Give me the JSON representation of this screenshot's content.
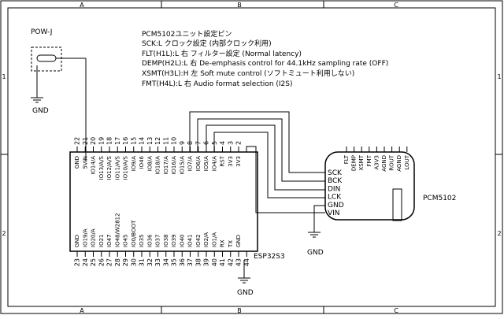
{
  "frame": {
    "cols": [
      "A",
      "B",
      "C"
    ],
    "rows": [
      "1",
      "2"
    ]
  },
  "notes": [
    "PCM5102ユニット設定ピン",
    "SCK:L クロック設定  (内部クロック利用)",
    "FLT(H1L):L 右  フィルター設定  (Normal latency)",
    "DEMP(H2L):L 右  De-emphasis control for 44.1kHz sampling rate  (OFF)",
    "XSMT(H3L):H 左   Soft mute control  (ソフトミュート利用しない)",
    "FMT(H4L):L 右  Audio format selection (I2S)"
  ],
  "powj": {
    "label": "POW-J"
  },
  "gnd_labels": {
    "powj": "GND",
    "pcm": "GND",
    "esp": "GND"
  },
  "esp": {
    "name": "ESP32S3",
    "top_pins": [
      {
        "num": "22",
        "label": "GND"
      },
      {
        "num": "21",
        "label": "5VIN"
      },
      {
        "num": "20",
        "label": "IO14/A"
      },
      {
        "num": "19",
        "label": "IO13/A/S"
      },
      {
        "num": "18",
        "label": "IO12/A/S"
      },
      {
        "num": "17",
        "label": "IO11/A/S"
      },
      {
        "num": "16",
        "label": "IO10/A/S"
      },
      {
        "num": "15",
        "label": "IO9/A"
      },
      {
        "num": "14",
        "label": "IO46"
      },
      {
        "num": "13",
        "label": "IO8/A"
      },
      {
        "num": "12",
        "label": "IO18/A"
      },
      {
        "num": "11",
        "label": "IO17/A"
      },
      {
        "num": "10",
        "label": "IO16/A"
      },
      {
        "num": "9",
        "label": "IO15/A"
      },
      {
        "num": "8",
        "label": "IO7/A"
      },
      {
        "num": "7",
        "label": "IO6/A"
      },
      {
        "num": "6",
        "label": "IO5/A"
      },
      {
        "num": "5",
        "label": "IO4/A"
      },
      {
        "num": "4",
        "label": "RST"
      },
      {
        "num": "3",
        "label": "3V3"
      },
      {
        "num": "2",
        "label": "3V3"
      }
    ],
    "bottom_pins": [
      {
        "num": "23",
        "label": "GND"
      },
      {
        "num": "24",
        "label": "IO19/A"
      },
      {
        "num": "25",
        "label": "IO20/A"
      },
      {
        "num": "26",
        "label": "IO21"
      },
      {
        "num": "27",
        "label": "IO47"
      },
      {
        "num": "28",
        "label": "IO48/W2812"
      },
      {
        "num": "29",
        "label": "IO45"
      },
      {
        "num": "30",
        "label": "IO0/BOOT"
      },
      {
        "num": "31",
        "label": "IO35"
      },
      {
        "num": "32",
        "label": "IO36"
      },
      {
        "num": "33",
        "label": "IO37"
      },
      {
        "num": "34",
        "label": "IO38"
      },
      {
        "num": "35",
        "label": "IO39"
      },
      {
        "num": "36",
        "label": "IO40"
      },
      {
        "num": "37",
        "label": "IO41"
      },
      {
        "num": "38",
        "label": "IO42"
      },
      {
        "num": "39",
        "label": "IO2/A"
      },
      {
        "num": "40",
        "label": "IO1/A"
      },
      {
        "num": "41",
        "label": "RX"
      },
      {
        "num": "42",
        "label": "TX"
      },
      {
        "num": "43",
        "label": "GND"
      },
      {
        "num": "44",
        "label": ""
      }
    ]
  },
  "pcm": {
    "name": "PCM5102",
    "left_pins": [
      "SCK",
      "BCK",
      "DIN",
      "LCK",
      "GND",
      "VIN"
    ],
    "top_pins": [
      "FLT",
      "DEMP",
      "XSMT",
      "FMT",
      "A3V3",
      "AGND",
      "ROUT",
      "AGND",
      "LOUT"
    ]
  }
}
